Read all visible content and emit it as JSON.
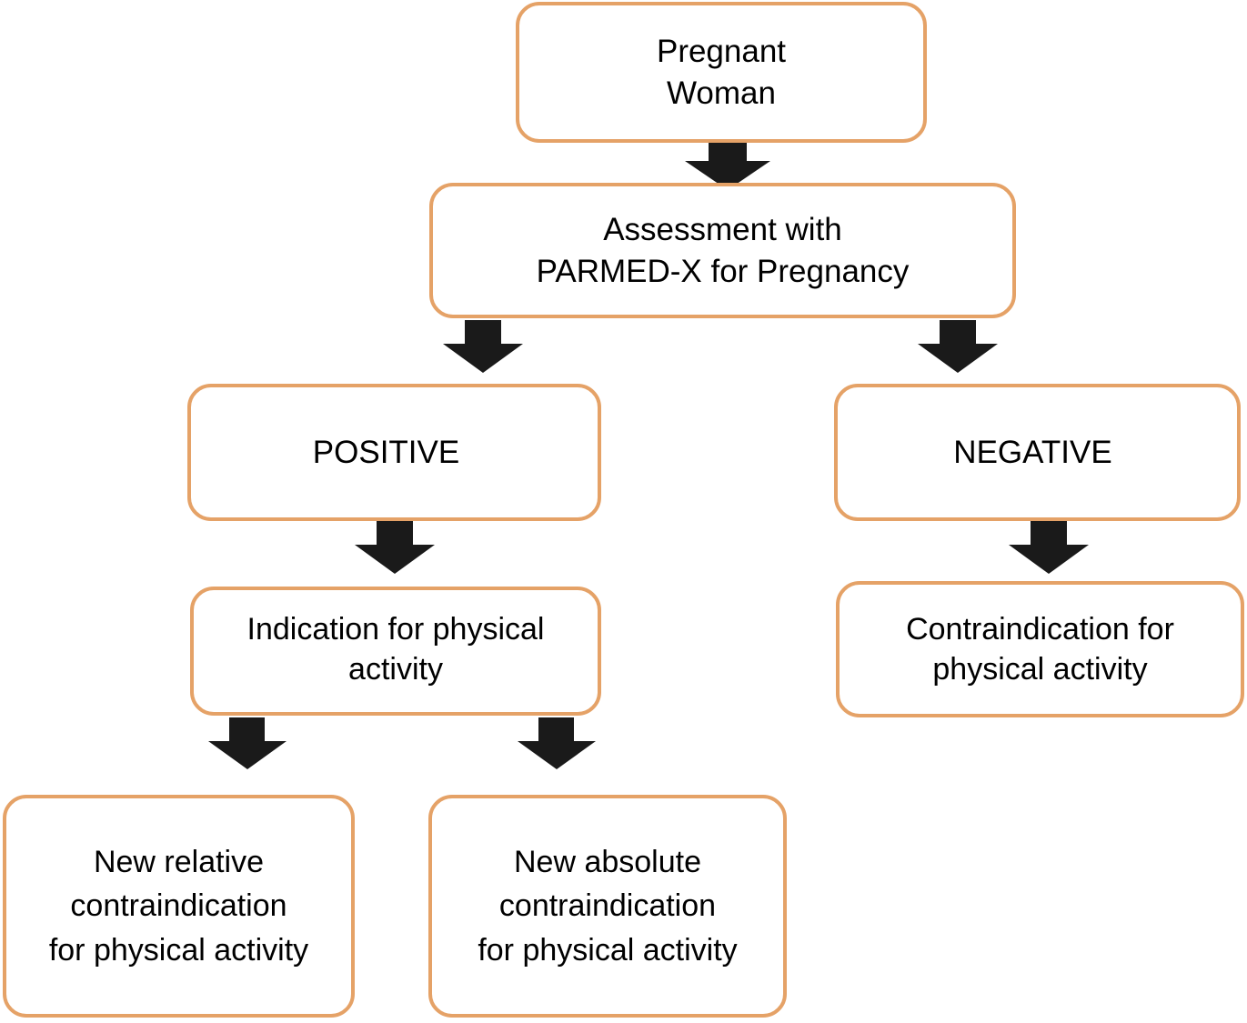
{
  "diagram": {
    "title": "Pregnancy physical-activity assessment flowchart",
    "accent_color": "#e5a267",
    "arrow_color": "#1a1a1a",
    "background_color": "#ffffff",
    "text_color": "#000000",
    "nodes": [
      {
        "id": "pregnant-woman",
        "label": "Pregnant\nWoman"
      },
      {
        "id": "assessment",
        "label": "Assessment with\nPARMED-X for Pregnancy"
      },
      {
        "id": "positive",
        "label": "POSITIVE"
      },
      {
        "id": "negative",
        "label": "NEGATIVE"
      },
      {
        "id": "indication",
        "label": "Indication for physical\nactivity"
      },
      {
        "id": "contraindication",
        "label": "Contraindication for\nphysical activity"
      },
      {
        "id": "new-relative",
        "label": "New relative\ncontraindication\nfor physical activity"
      },
      {
        "id": "new-absolute",
        "label": "New absolute\ncontraindication\nfor physical activity"
      }
    ],
    "connectors": [
      {
        "id": "arrow-pregnant-to-assessment",
        "from": "pregnant-woman",
        "to": "assessment",
        "direction": "down"
      },
      {
        "id": "arrow-assessment-to-positive",
        "from": "assessment",
        "to": "positive",
        "direction": "down"
      },
      {
        "id": "arrow-assessment-to-negative",
        "from": "assessment",
        "to": "negative",
        "direction": "down"
      },
      {
        "id": "arrow-positive-to-indication",
        "from": "positive",
        "to": "indication",
        "direction": "down"
      },
      {
        "id": "arrow-negative-to-contraindication",
        "from": "negative",
        "to": "contraindication",
        "direction": "down"
      },
      {
        "id": "arrow-indication-to-new-relative",
        "from": "indication",
        "to": "new-relative",
        "direction": "down"
      },
      {
        "id": "arrow-indication-to-new-absolute",
        "from": "indication",
        "to": "new-absolute",
        "direction": "down"
      }
    ]
  }
}
